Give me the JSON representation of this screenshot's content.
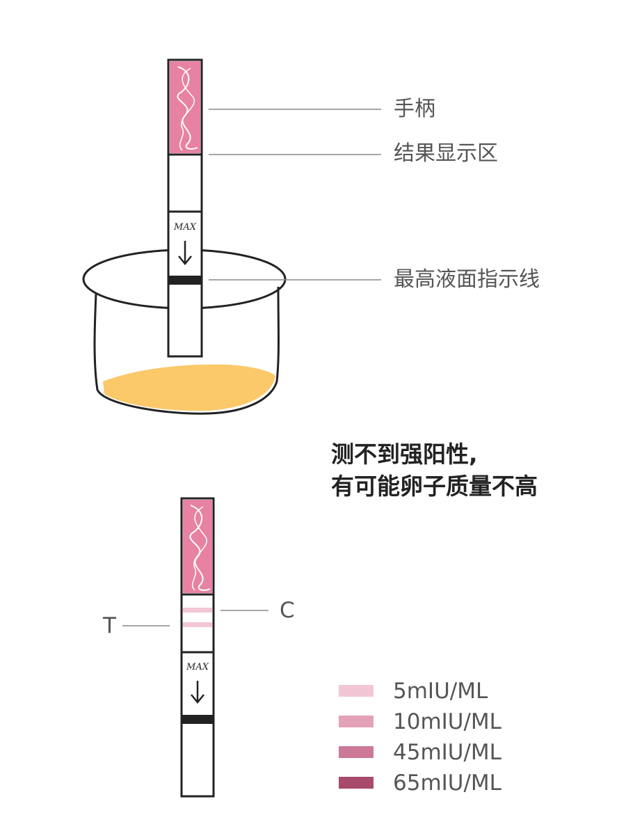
{
  "labels": {
    "handle": "手柄",
    "result_area": "结果显示区",
    "max_line": "最高液面指示线",
    "c_line": "C",
    "t_line": "T"
  },
  "strip": {
    "max_text": "MAX"
  },
  "headline": {
    "line1": "测不到强阳性,",
    "line2": "有可能卵子质量不高"
  },
  "legend": [
    {
      "label": "5mIU/ML",
      "color": "#f3c6d5"
    },
    {
      "label": "10mIU/ML",
      "color": "#e4a2b8"
    },
    {
      "label": "45mIU/ML",
      "color": "#cd7897"
    },
    {
      "label": "65mIU/ML",
      "color": "#a84a6c"
    }
  ],
  "colors": {
    "handle_pink": "#e882a2",
    "urine": "#fbc86a",
    "outline": "#222222",
    "leader_line": "#888888"
  }
}
